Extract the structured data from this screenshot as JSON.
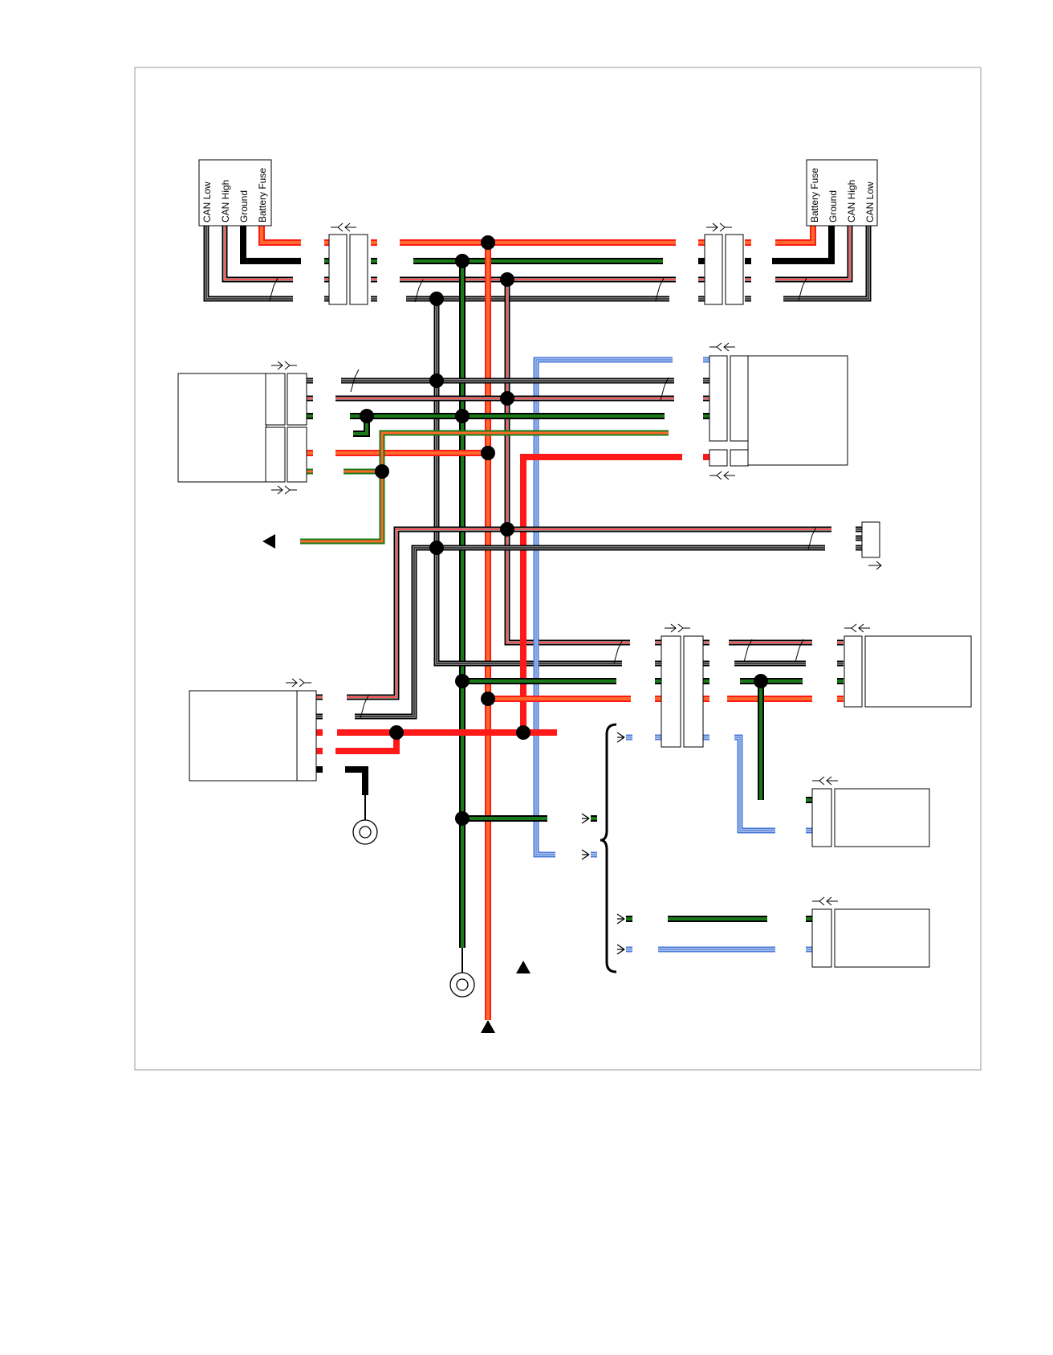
{
  "colors": {
    "red": "#ff1a1a",
    "red_stripe": "#ff6a2a",
    "green": "#1a7a1a",
    "black": "#000000",
    "blue": "#4a7ad8",
    "white": "#ffffff"
  },
  "labels": {
    "left_block": [
      "CAN Low",
      "CAN High",
      "Ground",
      "Battery Fuse"
    ],
    "right_block": [
      "Battery Fuse",
      "Ground",
      "CAN High",
      "CAN Low"
    ]
  }
}
